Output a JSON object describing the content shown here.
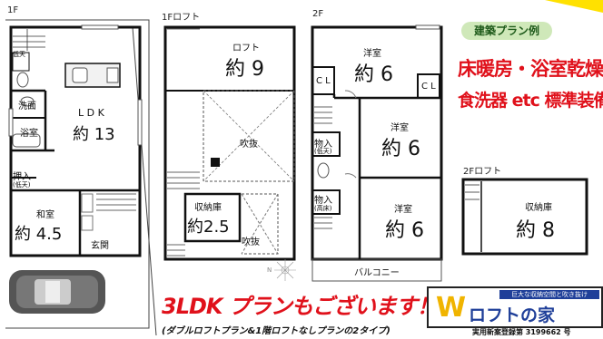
{
  "floors": {
    "f1": "1F",
    "f1_loft": "1Fロフト",
    "f2": "2F",
    "f2_loft": "2Fロフト"
  },
  "rooms_1f": {
    "fridge_low": "低天",
    "ldk": "L D K",
    "ldk_size": "約 13",
    "washroom": "洗面",
    "bath": "浴室",
    "closet": "押入",
    "closet_low": "(低天)",
    "japanese": "和室",
    "japanese_size": "約 4.5",
    "entrance": "玄関"
  },
  "rooms_1f_loft": {
    "loft": "ロフト",
    "loft_size": "約 9",
    "stairwell": "吹抜",
    "storage": "収納庫",
    "storage_size": "約2.5",
    "stairwell2": "吹抜"
  },
  "rooms_2f": {
    "cl1": "C L",
    "cl2": "C L",
    "room1": "洋室",
    "room1_size": "約 6",
    "room2": "洋室",
    "room2_size": "約 6",
    "room3": "洋室",
    "room3_size": "約 6",
    "store1": "物入",
    "store1_sub": "(低天)",
    "store2": "物入",
    "store2_sub": "(高床)",
    "balcony": "バルコニー"
  },
  "rooms_2f_loft": {
    "storage": "収納庫",
    "storage_size": "約 8"
  },
  "compass": "N",
  "plan_badge": "建築プラン例",
  "headline": {
    "line1": "床暖房・浴室乾燥",
    "line2": "食洗器 etc 標準装備"
  },
  "ldk_plan": "3LDK プランもございます！",
  "ldk_plan_note": "(ダブルロフトプラン&1階ロフトなしプランの2タイプ)",
  "brand": {
    "tagline": "巨大な収納空間と吹き抜け",
    "w": "W",
    "name": "ロフトの家"
  },
  "registration": "実用新案登録第 3199662 号",
  "colors": {
    "red": "#e0111b",
    "pill_bg": "#cfe8b9",
    "brand_blue": "#1f3f99",
    "accent_yellow": "#ffe100"
  }
}
